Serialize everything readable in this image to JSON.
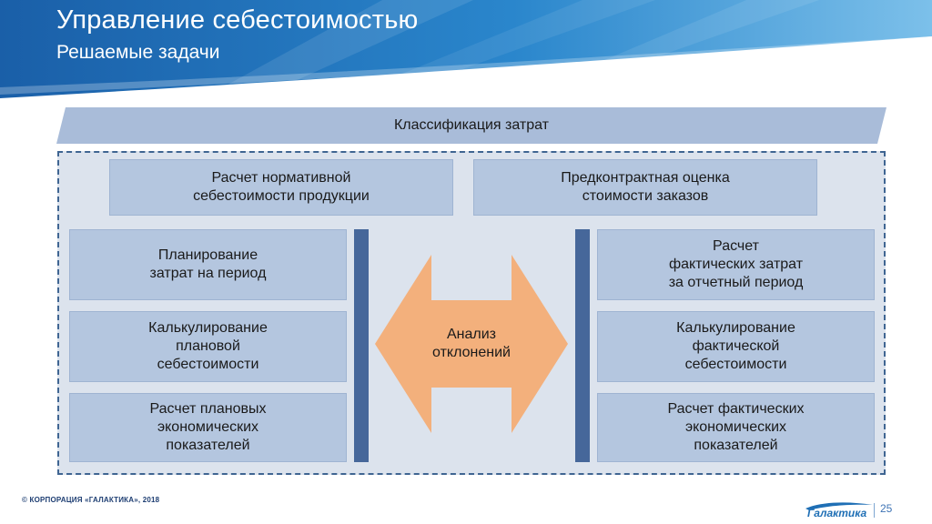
{
  "header": {
    "title": "Управление себестоимостью",
    "subtitle": "Решаемые задачи"
  },
  "diagram": {
    "classification": "Классификация затрат",
    "top_boxes": [
      "Расчет нормативной\nсебестоимости продукции",
      "Предконтрактная оценка\nстоимости заказов"
    ],
    "left_boxes": [
      "Планирование\nзатрат на период",
      "Калькулирование\nплановой\nсебестоимости",
      "Расчет плановых\nэкономических\nпоказателей"
    ],
    "right_boxes": [
      "Расчет\nфактических затрат\nза отчетный период",
      "Калькулирование\nфактической\nсебестоимости",
      "Расчет фактических\nэкономических\nпоказателей"
    ],
    "center_arrow": "Анализ\nотклонений"
  },
  "footer": {
    "copyright": "© КОРПОРАЦИЯ «ГАЛАКТИКА», 2018",
    "logo_text": "Галактика",
    "page_number": "25"
  },
  "colors": {
    "header_blue": "#1d6fb8",
    "box_fill": "#b4c6df",
    "frame_fill": "#dce3ed",
    "bar_fill": "#46679a",
    "arrow_fill": "#f3b07c"
  }
}
